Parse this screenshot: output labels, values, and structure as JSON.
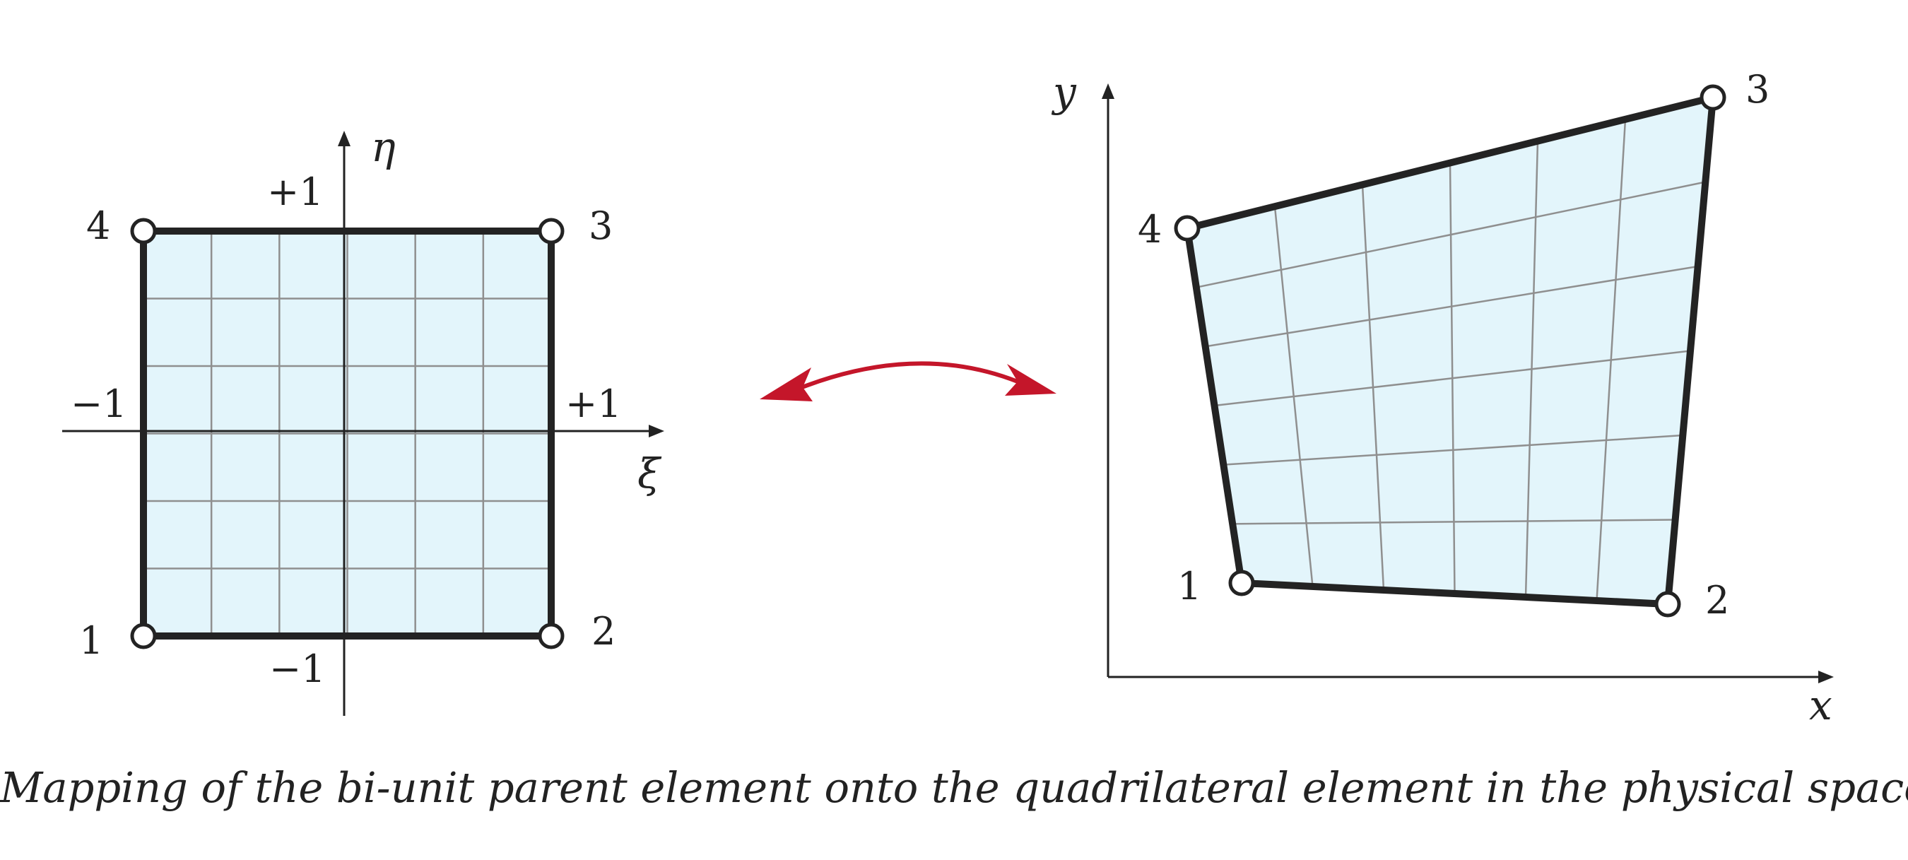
{
  "caption": "Mapping of the bi-unit parent element onto the quadrilateral element in the physical space.",
  "colors": {
    "fill": "#e3f5fb",
    "grid": "#8f8f8f",
    "border": "#232323",
    "axis": "#222222",
    "arrow": "#c4162a",
    "node_fill": "#ffffff"
  },
  "parent": {
    "axis_labels": {
      "x": "ξ",
      "y": "η"
    },
    "tick_labels": {
      "top": "+1",
      "bottom": "−1",
      "left": "−1",
      "right": "+1"
    },
    "node_labels": [
      "1",
      "2",
      "3",
      "4"
    ],
    "divisions": 6
  },
  "physical": {
    "axis_labels": {
      "x": "x",
      "y": "y"
    },
    "node_labels": [
      "1",
      "2",
      "3",
      "4"
    ],
    "divisions": 6
  },
  "mapping_arrow": "double-headed"
}
